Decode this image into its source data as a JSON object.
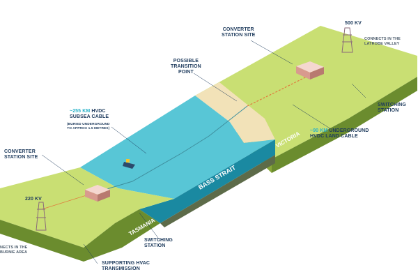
{
  "labels": {
    "converter_station_vic": "CONVERTER\nSTATION SITE",
    "kv_vic": "500 kV",
    "latrobe": "CONNECTS IN THE\nLATROBE VALLEY",
    "transition": "POSSIBLE\nTRANSITION\nPOINT",
    "subsea_value": "~255 KM",
    "subsea_rest": " HVDC\nSUBSEA CABLE",
    "subsea_note": "(BURIED UNDERGROUND\nTO APPROX 1.5 METRES)",
    "switching_vic": "SWITCHING\nSTATION",
    "land_value": "~90 KM",
    "land_rest": " UNDERGROUND\nHVDC LAND CABLE",
    "victoria": "VICTORIA",
    "bass_strait": "BASS STRAIT",
    "converter_station_tas": "CONVERTER\nSTATION SITE",
    "kv_tas": "220 kV",
    "tasmania": "TASMANIA",
    "switching_tas": "SWITCHING\nSTATION",
    "burnie": "NECTS IN THE\nBURNIE AREA",
    "hvac": "SUPPORTING HVAC\nTRANSMISSION"
  },
  "colors": {
    "grass_top": "#c9df73",
    "grass_side": "#6b8c2e",
    "grass_front": "#89a83a",
    "sea": "#58c6d6",
    "sea_deep": "#1a89a1",
    "sand": "#f2e2b8",
    "label": "#1d3a5c",
    "accent": "#2bb3c9",
    "cable": "#e07a3c"
  }
}
